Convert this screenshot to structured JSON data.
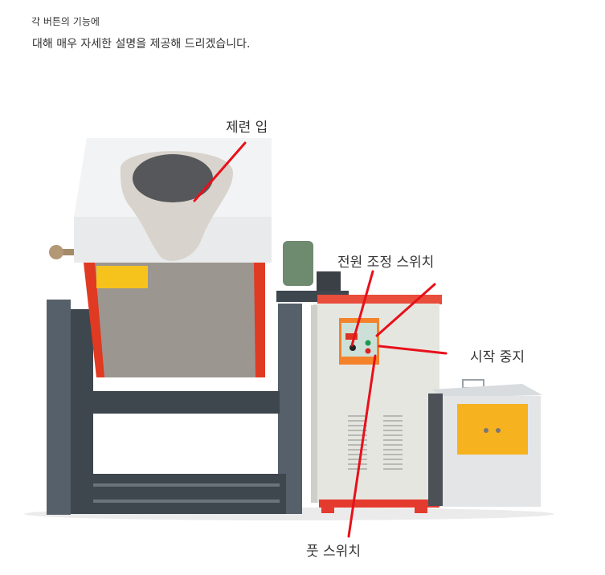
{
  "intro": {
    "line1": "각 버튼의 기능에",
    "line2": "대해 매우 자세한 설명을 제공해 드리겠습니다."
  },
  "labels": {
    "melting_inlet": "제련 입",
    "power_adjust_switch": "전원 조정 스위치",
    "start_stop": "시작 중지",
    "foot_switch": "풋 스위치"
  },
  "colors": {
    "callout_line": "#e8101a",
    "frame_dark": "#4a535c",
    "red_trim": "#e03a22",
    "cabinet": "#e4e4df",
    "orange_panel": "#f7b21f"
  }
}
